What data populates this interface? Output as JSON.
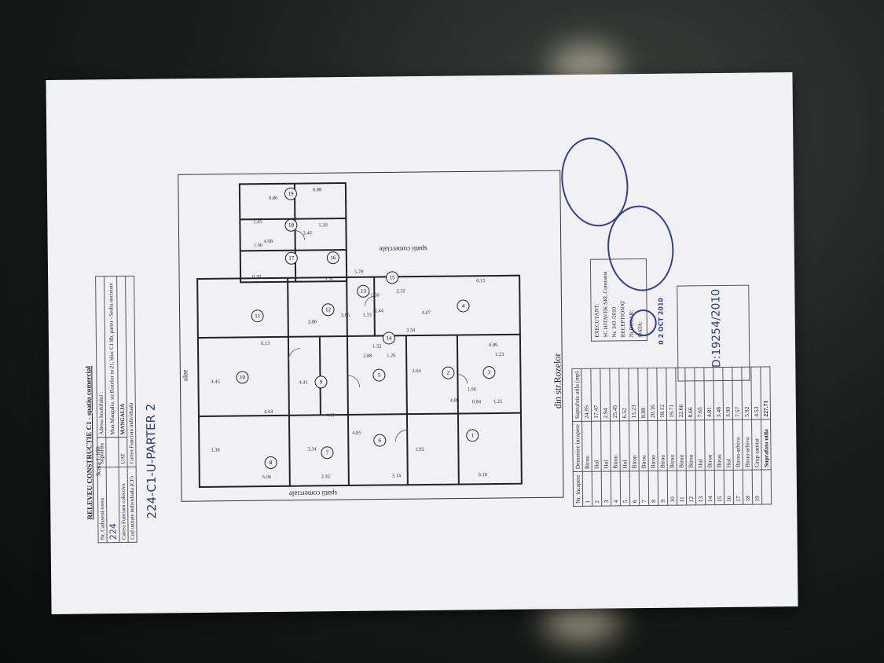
{
  "document": {
    "title": "RELEVEU CONSTRUCTIE C1 - spatiu comercial",
    "scale": "Scara 1:100",
    "street_label": "din str.Rozelor",
    "alley_label": "alee",
    "commercial_label_top": "spatii comerciale",
    "commercial_label_bottom": "spatii comerciale"
  },
  "header_table": {
    "col1_label": "Nr. Cadastral-teren",
    "col1_value": "224",
    "col2_label": "Suprafata",
    "col3_label": "Adresa Imobilului :",
    "address": "Mun.Mangalia, str.Rozelor nr.21, bloc C1 8b, parter - Sediu societate",
    "carte_label": "Cartea Funciara colectiva",
    "carte_individual_label": "Cartea Funciara individuala",
    "cod_label": "Cod unitate individuala (CF)",
    "uat_label": "UAT",
    "uat_value": "MANGALIA",
    "cf_value": "---"
  },
  "handwritten": {
    "cadastral_note": "224-C1-U-PARTER 2",
    "registration": "D:19254/2010"
  },
  "rooms_table": {
    "headers": [
      "Nr. incapere",
      "Denumire incapere",
      "Suprafata utila (mp)"
    ],
    "rows": [
      [
        "1",
        "Birou",
        "24.95"
      ],
      [
        "2",
        "Hol",
        "17.47"
      ],
      [
        "3",
        "Hol",
        "2.94"
      ],
      [
        "4",
        "Birou",
        "25.45"
      ],
      [
        "5",
        "Hol",
        "6.52"
      ],
      [
        "6",
        "Birou",
        "15.23"
      ],
      [
        "7",
        "Birou",
        "8.08"
      ],
      [
        "8",
        "Birou",
        "20.16"
      ],
      [
        "9",
        "Birou",
        "18.12"
      ],
      [
        "10",
        "Birou",
        "19.71"
      ],
      [
        "11",
        "Birou",
        "22.66"
      ],
      [
        "12",
        "Birou",
        "8.66"
      ],
      [
        "13",
        "Hol",
        "7.65"
      ],
      [
        "14",
        "Birou",
        "4.81"
      ],
      [
        "15",
        "Birou",
        "3.48"
      ],
      [
        "16",
        "Hol",
        "3.90"
      ],
      [
        "17",
        "Birou-arhiva",
        "7.57"
      ],
      [
        "18",
        "Birou-arhiva",
        "5.92"
      ],
      [
        "19",
        "Grup sanitar",
        "4.53"
      ]
    ],
    "total_label": "Suprafata utila",
    "total_value": "227.71"
  },
  "executant": {
    "line1": "EXECUTANT:",
    "line2": "SC HITAVEK SRL Constanta",
    "line3": "Nr. 343 /2010",
    "line4": "RECEPTIONAT",
    "line5": "Nr.DOSAR:",
    "line6": "DATA:"
  },
  "stamp_date": "0 2 OCT 2010",
  "floorplan": {
    "rooms": [
      "1",
      "2",
      "3",
      "4",
      "5",
      "6",
      "7",
      "8",
      "9",
      "10",
      "11",
      "12",
      "13",
      "14",
      "15",
      "16",
      "17",
      "18",
      "19"
    ],
    "dims": [
      "6.10",
      "3.95",
      "4.85",
      "3.14",
      "2.42",
      "3.34",
      "6.06",
      "3.38",
      "4.43",
      "4.45",
      "4.11",
      "4.41",
      "6.13",
      "3.86",
      "0.30",
      "3.85",
      "2.25",
      "1.33",
      "1.44",
      "1.50",
      "2.32",
      "5.78",
      "3.46",
      "1.20",
      "1.90",
      "1.45",
      "4.08",
      "0.86",
      "0.88",
      "4.07",
      "6.15",
      "3.64",
      "4.80",
      "1.96",
      "1.23",
      "0.89",
      "0.84",
      "1.25",
      "2.88",
      "1.26",
      "1.32",
      "3.34"
    ]
  }
}
